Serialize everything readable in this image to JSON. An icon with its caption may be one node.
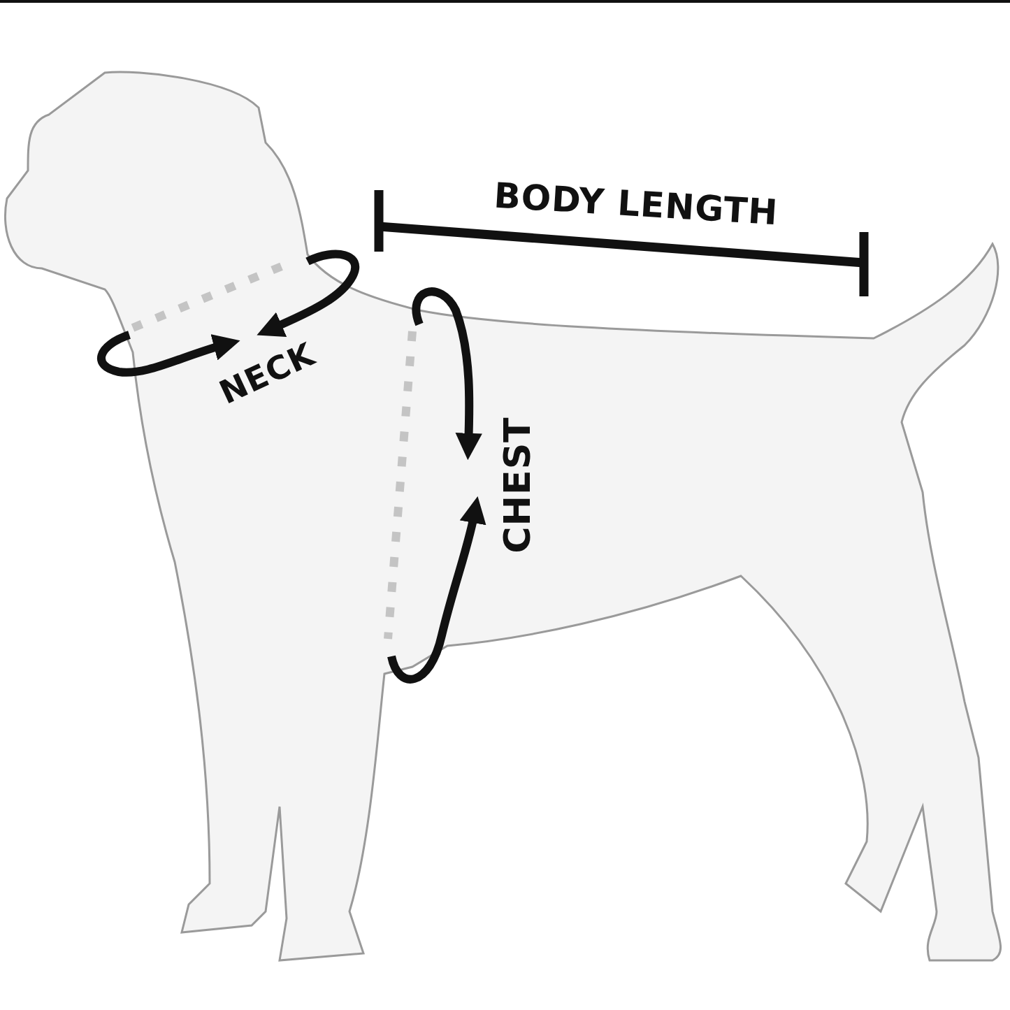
{
  "diagram": {
    "labels": [
      "BODY LENGTH",
      "NECK",
      "CHEST"
    ]
  }
}
